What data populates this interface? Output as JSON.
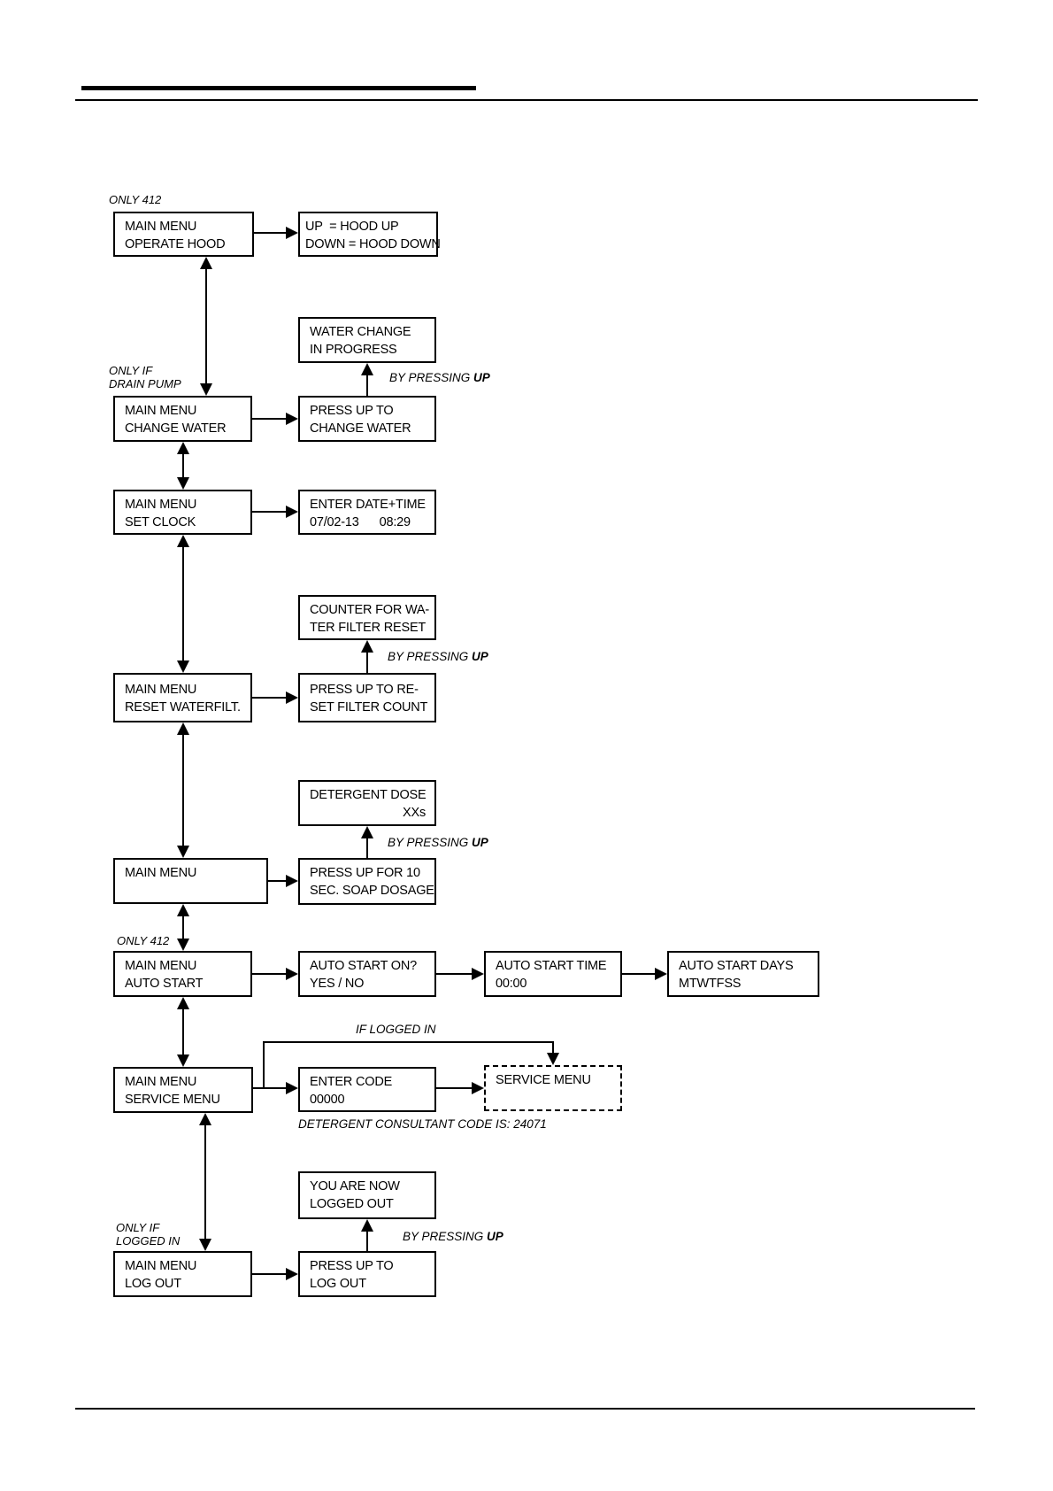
{
  "boxes": {
    "operate_hood_menu": {
      "line1": "MAIN MENU",
      "line2": "OPERATE HOOD"
    },
    "hood_display": {
      "line1": "UP  = HOOD UP",
      "line2": "DOWN = HOOD DOWN"
    },
    "water_change_display": {
      "line1": "WATER CHANGE",
      "line2": "IN PROGRESS"
    },
    "change_water_menu": {
      "line1": "MAIN MENU",
      "line2": "CHANGE WATER"
    },
    "change_water_action": {
      "line1": "PRESS UP TO",
      "line2": "CHANGE WATER"
    },
    "set_clock_menu": {
      "line1": "MAIN MENU",
      "line2": "SET CLOCK"
    },
    "set_clock_display": {
      "line1": "ENTER DATE+TIME",
      "line2": "07/02-13      08:29"
    },
    "filter_counter_display": {
      "line1": "COUNTER FOR WA-",
      "line2": "TER FILTER RESET"
    },
    "reset_waterfilt_menu": {
      "line1": "MAIN MENU",
      "line2": "RESET WATERFILT."
    },
    "reset_filter_action": {
      "line1": "PRESS UP TO RE-",
      "line2": "SET FILTER COUNT"
    },
    "detergent_dose_display": {
      "line1": "DETERGENT DOSE",
      "line2": "XXs"
    },
    "main_menu": {
      "line1": "MAIN MENU"
    },
    "soap_dosage_action": {
      "line1": "PRESS UP FOR 10",
      "line2": "SEC. SOAP DOSAGE"
    },
    "auto_start_menu": {
      "line1": "MAIN MENU",
      "line2": "AUTO START"
    },
    "auto_start_on_display": {
      "line1": "AUTO START ON?",
      "line2": "YES / NO"
    },
    "auto_start_time_display": {
      "line1": "AUTO START TIME",
      "line2": "00:00"
    },
    "auto_start_days_display": {
      "line1": "AUTO START DAYS",
      "line2": "MTWTFSS"
    },
    "service_menu_item": {
      "line1": "MAIN MENU",
      "line2": "SERVICE MENU"
    },
    "enter_code_display": {
      "line1": "ENTER CODE",
      "line2": "00000"
    },
    "service_menu_display": {
      "line1": "SERVICE MENU"
    },
    "logged_out_display": {
      "line1": "YOU ARE NOW",
      "line2": "LOGGED OUT"
    },
    "log_out_menu": {
      "line1": "MAIN MENU",
      "line2": "LOG OUT"
    },
    "log_out_action": {
      "line1": "PRESS UP TO",
      "line2": "LOG OUT"
    }
  },
  "labels": {
    "only_412": "ONLY 412",
    "only_if": "ONLY IF",
    "drain_pump": "DRAIN PUMP",
    "logged_in": "LOGGED IN",
    "if_logged_in": "IF LOGGED IN",
    "by_pressing": "BY PRESSING ",
    "up_bold": "UP",
    "consultant_code": "DETERGENT CONSULTANT CODE IS: 24071"
  },
  "colors": {
    "ink": "#000000",
    "paper": "#ffffff"
  }
}
